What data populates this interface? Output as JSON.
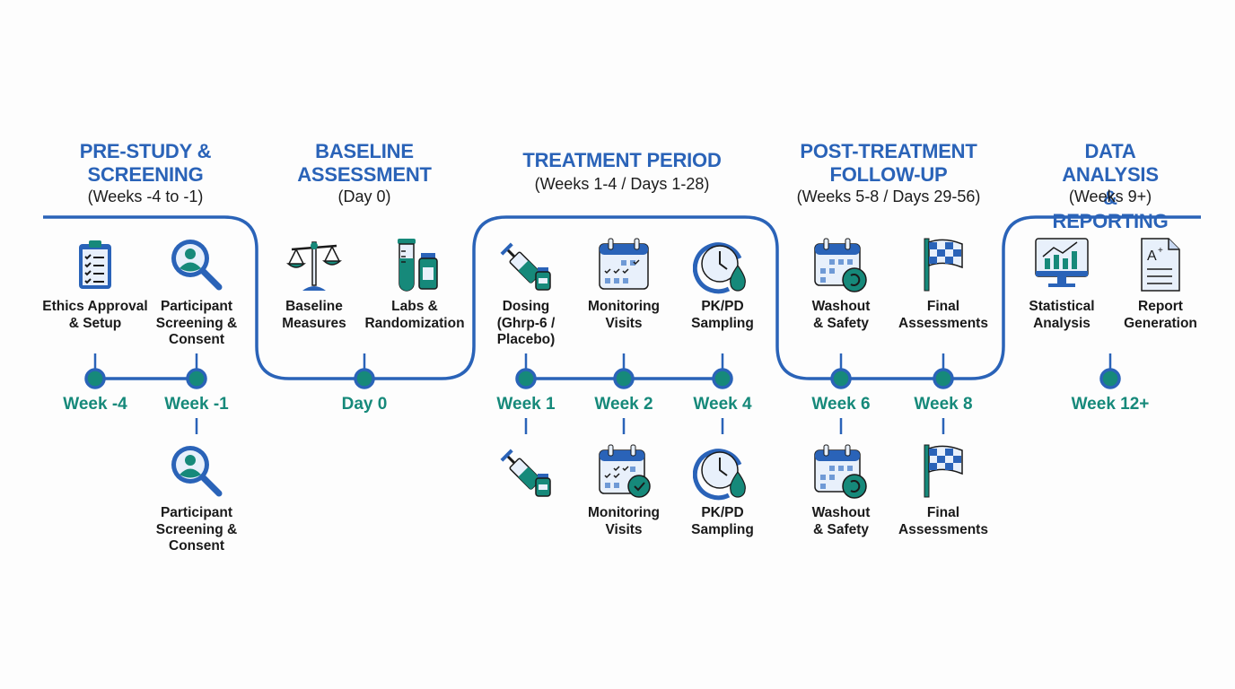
{
  "colors": {
    "primary_blue": "#2a63b8",
    "teal": "#16897a",
    "dark_teal": "#0f6b61",
    "text": "#1a1a1a"
  },
  "phases": [
    {
      "title": "PRE-STUDY &\nSCREENING",
      "subtitle": "(Weeks -4 to -1)"
    },
    {
      "title": "BASELINE\nASSESSMENT",
      "subtitle": "(Day 0)"
    },
    {
      "title": "TREATMENT PERIOD",
      "subtitle": "(Weeks 1-4 / Days 1-28)"
    },
    {
      "title": "POST-TREATMENT\nFOLLOW-UP",
      "subtitle": "(Weeks 5-8 / Days 29-56)"
    },
    {
      "title": "DATA ANALYSIS\n& REPORTING",
      "subtitle": "(Weeks 9+)"
    }
  ],
  "activities": [
    {
      "icon": "clipboard-checklist-icon",
      "label": "Ethics Approval\n& Setup"
    },
    {
      "icon": "magnifier-person-icon",
      "label": "Participant\nScreening &\nConsent"
    },
    {
      "icon": "balance-scale-icon",
      "label": "Baseline\nMeasures"
    },
    {
      "icon": "test-tube-vial-icon",
      "label": "Labs &\nRandomization"
    },
    {
      "icon": "syringe-vial-icon",
      "label": "Dosing\n(Ghrp-6 /\nPlacebo)"
    },
    {
      "icon": "calendar-check-icon",
      "label": "Monitoring\nVisits"
    },
    {
      "icon": "clock-droplet-icon",
      "label": "PK/PD\nSampling"
    },
    {
      "icon": "calendar-undo-icon",
      "label": "Washout\n& Safety"
    },
    {
      "icon": "checkered-flag-icon",
      "label": "Final\nAssessments"
    },
    {
      "icon": "monitor-chart-icon",
      "label": "Statistical\nAnalysis"
    },
    {
      "icon": "report-grade-icon",
      "label": "Report\nGeneration"
    }
  ],
  "milestones": [
    {
      "label": "Week -4"
    },
    {
      "label": "Week -1"
    },
    {
      "label": "Day 0"
    },
    {
      "label": "Week 1"
    },
    {
      "label": "Week 2"
    },
    {
      "label": "Week 4"
    },
    {
      "label": "Week 6"
    },
    {
      "label": "Week 8"
    },
    {
      "label": "Week 12+"
    }
  ],
  "lower_activities": [
    {
      "icon": "magnifier-person-icon",
      "label": "Participant\nScreening &\nConsent"
    },
    {
      "icon": "syringe-vial-icon",
      "label": ""
    },
    {
      "icon": "calendar-check-icon",
      "label": "Monitoring\nVisits"
    },
    {
      "icon": "clock-droplet-icon",
      "label": "PK/PD\nSampling"
    },
    {
      "icon": "calendar-undo-icon",
      "label": "Washout\n& Safety"
    },
    {
      "icon": "checkered-flag-icon",
      "label": "Final\nAssessments"
    }
  ]
}
